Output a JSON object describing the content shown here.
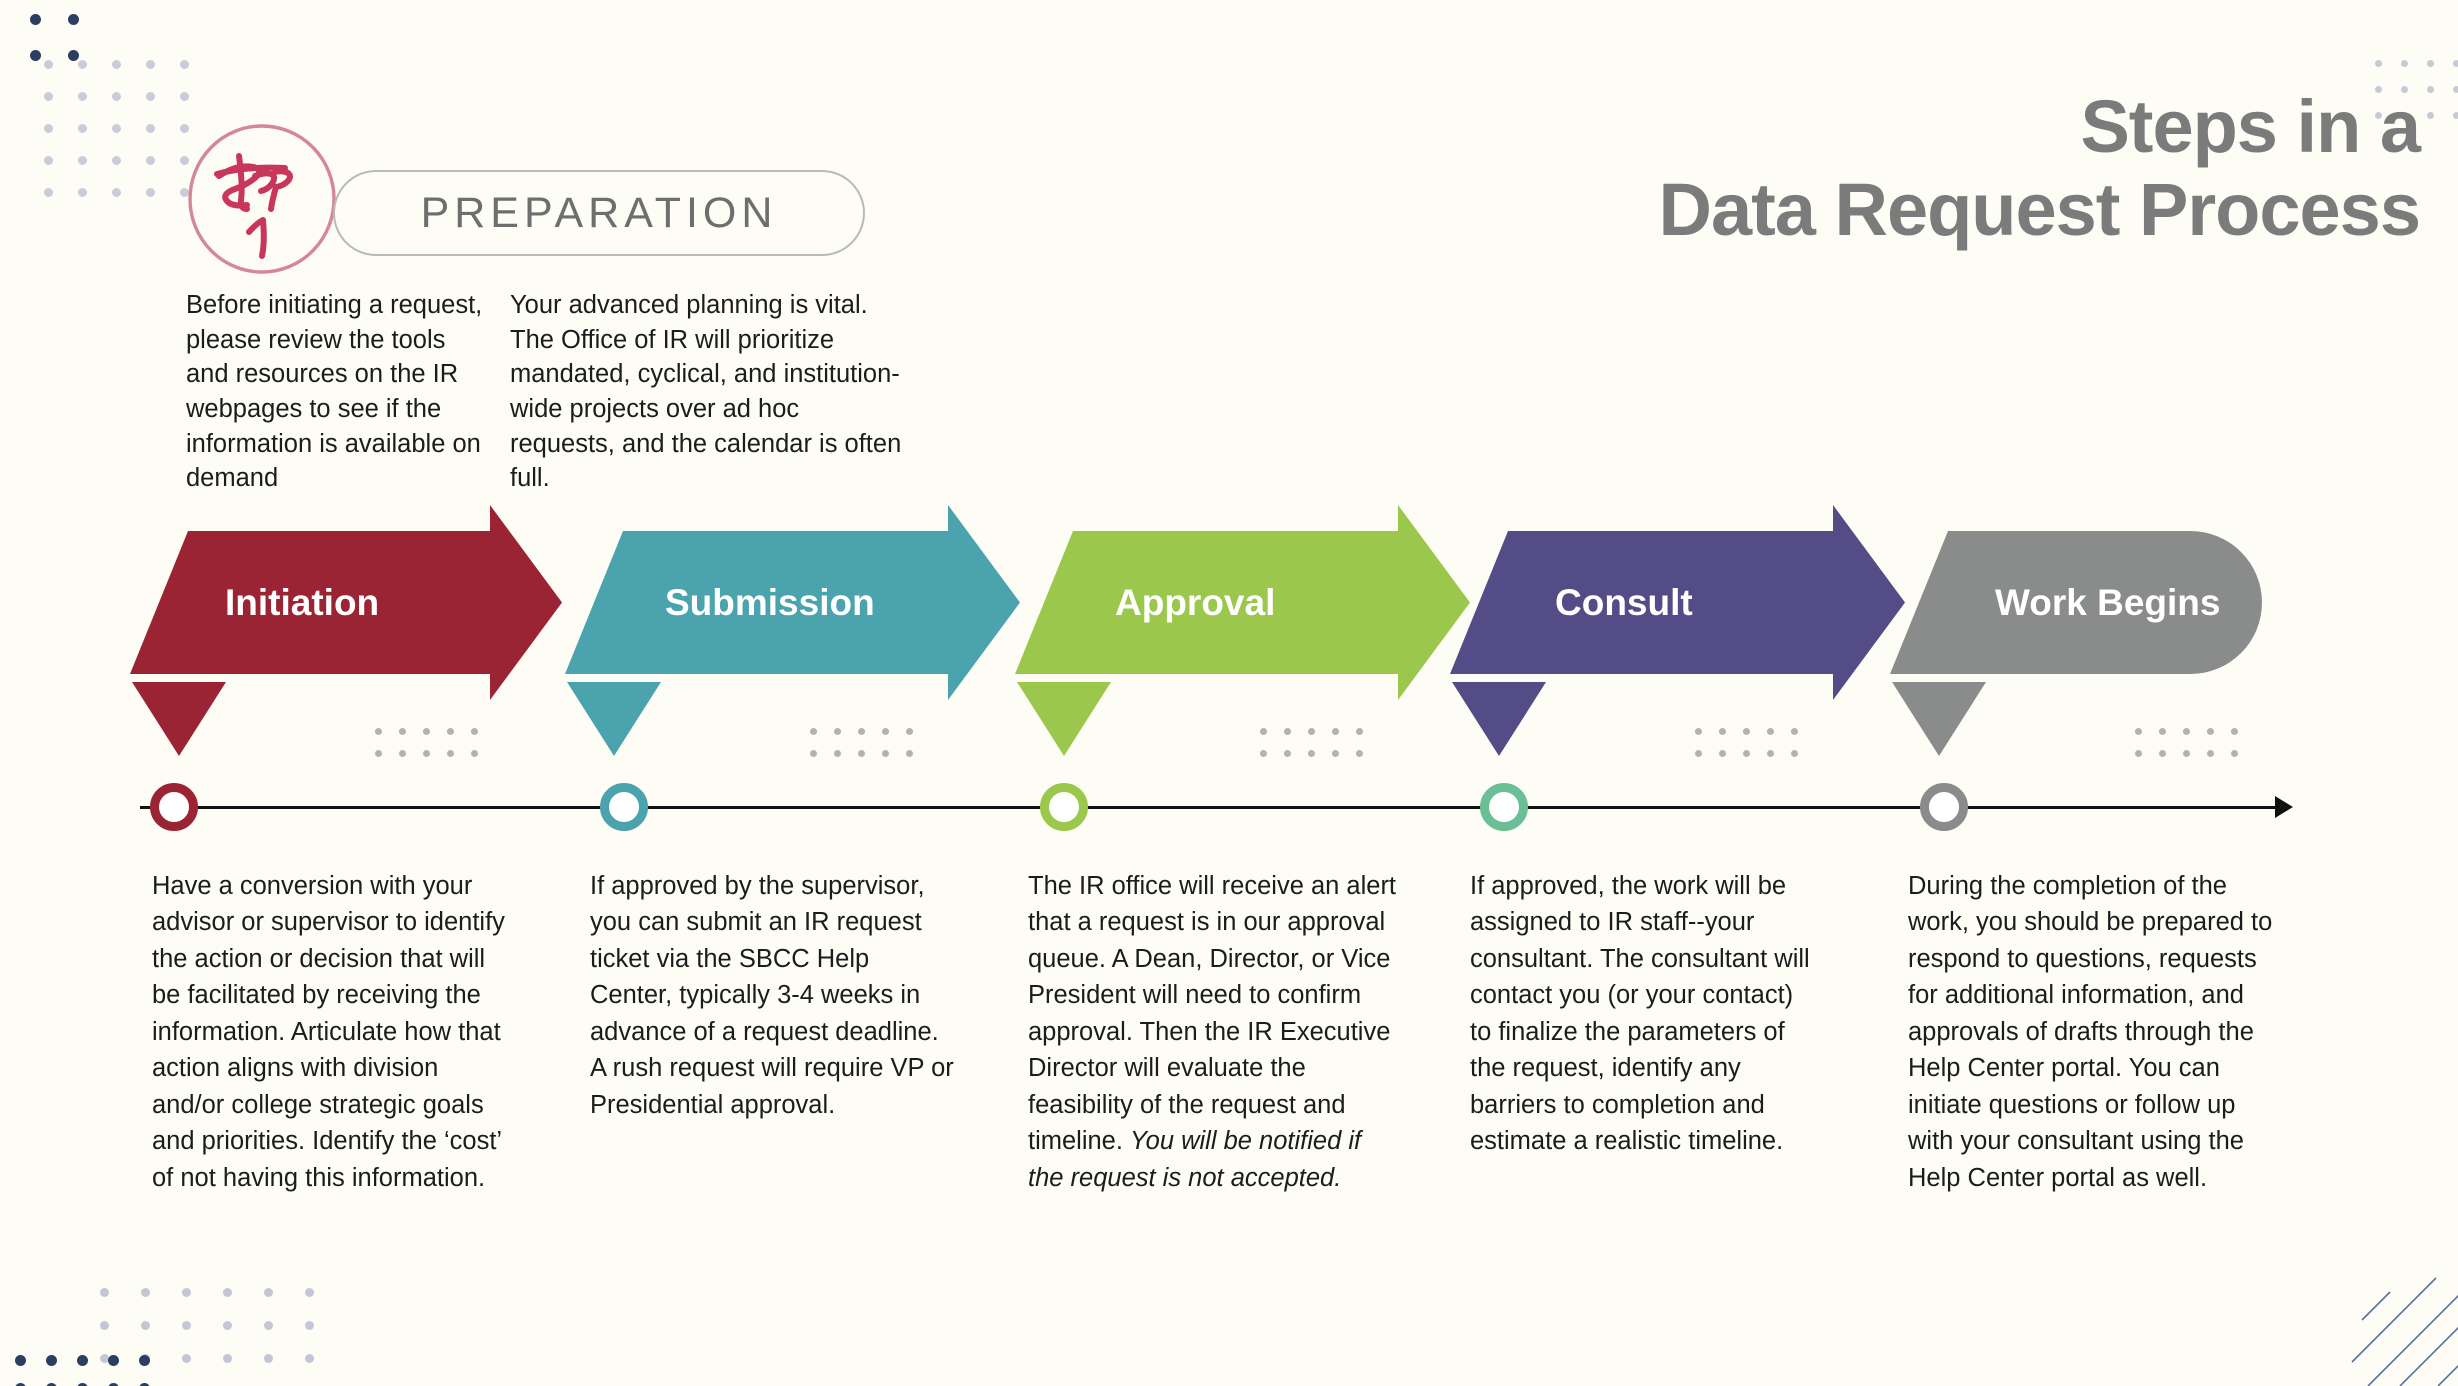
{
  "title": {
    "line1": "Steps in a",
    "line2": "Data Request Process",
    "color": "#7b7b7b"
  },
  "step_badge": {
    "word": "Step",
    "number": "1",
    "color": "#c8365a"
  },
  "preparation": {
    "pill_label": "PREPARATION",
    "columns": [
      "Before initiating a request, please review the tools and resources on the IR webpages to see if the information is available on demand",
      "Your advanced planning is  vital. The Office of IR will prioritize mandated, cyclical, and institution-wide projects over ad hoc requests, and the calendar is often full."
    ]
  },
  "stages": [
    {
      "label": "Initiation",
      "color": "#9b2434",
      "node_color": "#9b2434",
      "shape": "chevron",
      "body": "Have a conversion with your advisor or supervisor to identify the action or decision that will be facilitated by receiving the information. Articulate how that action aligns with division and/or college strategic goals and priorities. Identify the ‘cost’ of not having this information.",
      "body_italic": ""
    },
    {
      "label": "Submission",
      "color": "#4ba3ae",
      "node_color": "#4ba3ae",
      "shape": "chevron",
      "body": "If approved by the supervisor, you can submit an IR request ticket via the SBCC Help Center, typically 3-4 weeks in advance of a request deadline. A rush request will require VP or Presidential approval.",
      "body_italic": ""
    },
    {
      "label": "Approval",
      "color": "#9ac74c",
      "node_color": "#9ac74c",
      "shape": "chevron",
      "body": "The IR office will receive an alert that a request is in our approval queue. A Dean, Director, or Vice President will need to confirm approval. Then the IR Executive Director will evaluate the feasibility of the request and timeline. ",
      "body_italic": "You will be notified if the request is not accepted."
    },
    {
      "label": "Consult",
      "color": "#544c86",
      "node_color": "#6bbf96",
      "shape": "chevron",
      "body": "If approved, the work will be assigned to IR staff--your consultant. The consultant will contact you (or your contact) to finalize the parameters of the request, identify any barriers to completion and estimate a realistic timeline.",
      "body_italic": ""
    },
    {
      "label": "Work Begins",
      "color": "#8a8c8c",
      "node_color": "#8a8c8c",
      "shape": "rounded",
      "body": "During the completion of the work, you should be prepared to respond to questions, requests for additional information, and approvals of drafts through the Help Center portal. You can initiate questions or follow up with your consultant using the Help Center portal as well.",
      "body_italic": ""
    }
  ],
  "decor": {
    "dot_navy": "#2b3f63",
    "dot_lavender": "#b9bcd0",
    "dot_gray": "#9a9a9a",
    "diagonal_color": "#3c5a8a"
  }
}
